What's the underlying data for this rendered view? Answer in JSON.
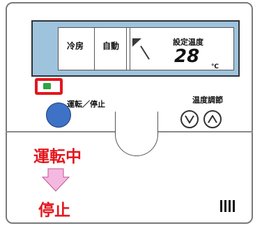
{
  "display": {
    "mode_label": "冷房",
    "fan_label": "自動",
    "set_temp_label": "設定温度",
    "set_temp_value": "28",
    "unit": "℃"
  },
  "controls": {
    "run_stop_label": "運転／停止",
    "temp_adjust_label": "温度調節",
    "down_icon": "chevron-down-icon",
    "up_icon": "chevron-up-icon"
  },
  "status": {
    "indicator_color": "#2fa541",
    "highlight_color": "#e3161d",
    "running_text": "運転中",
    "stopped_text": "停止"
  },
  "theme": {
    "lcd_color": "#9ec3dc",
    "button_color": "#3d72c6"
  }
}
